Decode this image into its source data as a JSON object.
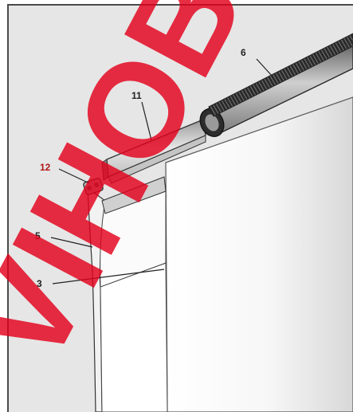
{
  "diagram": {
    "labels": {
      "l6": "6",
      "l11": "11",
      "l12": "12",
      "l5": "5",
      "l3": "3"
    },
    "watermark": "VIHOB",
    "colors": {
      "background_wall": "#e6e6e6",
      "frame_border": "#4a4a4a",
      "panel": "#f6f6f6",
      "rail_dark": "#3a3a3a",
      "label_text": "#222222",
      "label_highlight": "#b01818",
      "watermark": "#e3001b"
    }
  }
}
